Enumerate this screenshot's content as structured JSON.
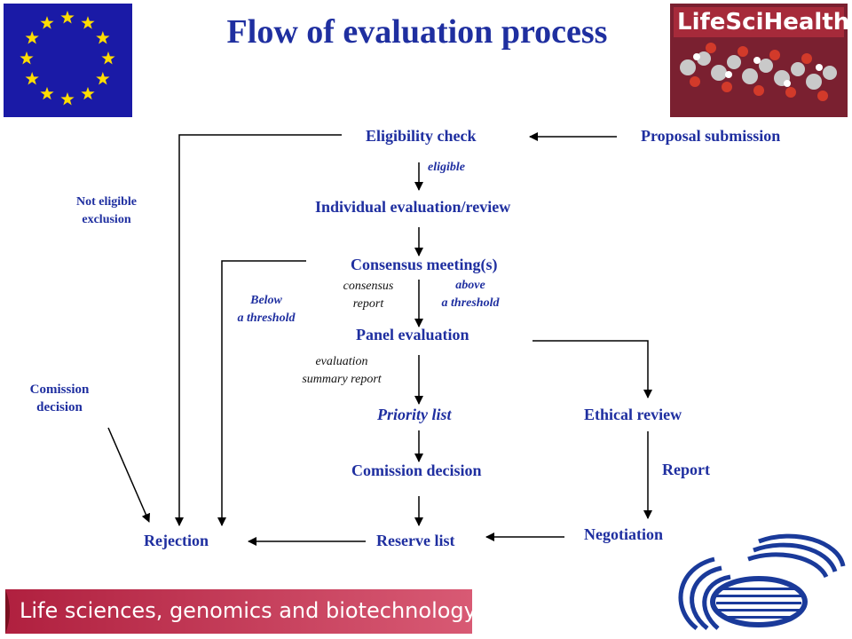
{
  "title": "Flow of evaluation process",
  "nodes": {
    "proposal_submission": "Proposal submission",
    "eligibility_check": "Eligibility check",
    "individual_evaluation": "Individual evaluation/review",
    "consensus_meeting": "Consensus meeting(s)",
    "panel_evaluation": "Panel evaluation",
    "priority_list": "Priority list",
    "ethical_review": "Ethical review",
    "comission_decision": "Comission decision",
    "reserve_list": "Reserve list",
    "negotiation": "Negotiation",
    "rejection": "Rejection"
  },
  "labels": {
    "eligible": "eligible",
    "not_eligible_line1": "Not eligible",
    "not_eligible_line2": "exclusion",
    "consensus_report_line1": "consensus",
    "consensus_report_line2": "report",
    "above_line1": "above",
    "above_line2": "a threshold",
    "below_line1": "Below",
    "below_line2": "a threshold",
    "eval_summary_line1": "evaluation",
    "eval_summary_line2": "summary report",
    "comission_decision_side_line1": "Comission",
    "comission_decision_side_line2": "decision",
    "report": "Report"
  },
  "logos": {
    "lifescihealth": "LifeSciHealth",
    "banner": "Life sciences, genomics and biotechnology for health"
  },
  "colors": {
    "text_blue": "#1f2fa0",
    "eu_blue": "#1a1aa6",
    "eu_star": "#ffdd00",
    "banner_pink": "#c8325a"
  }
}
